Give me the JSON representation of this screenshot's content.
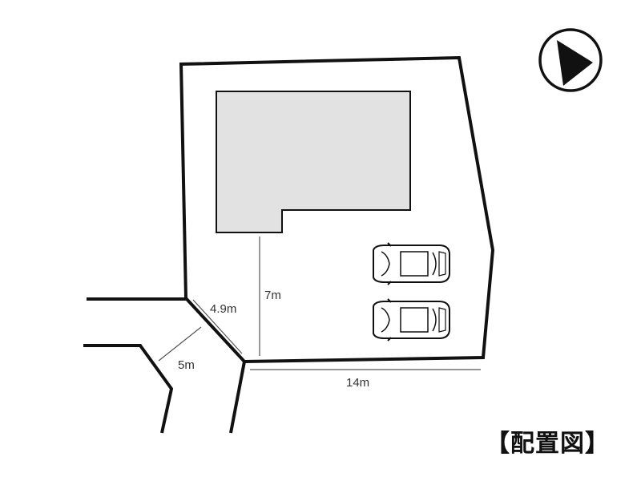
{
  "dimensions": {
    "corner_cut": "4.9m",
    "road_width": "5m",
    "depth": "7m",
    "frontage": "14m"
  },
  "title": "【配置図】",
  "colors": {
    "outline": "#111111",
    "building_fill": "#e2e2e2",
    "dimension_line": "#555555"
  },
  "icons": [
    "north-arrow-icon",
    "car-icon",
    "car-icon"
  ]
}
